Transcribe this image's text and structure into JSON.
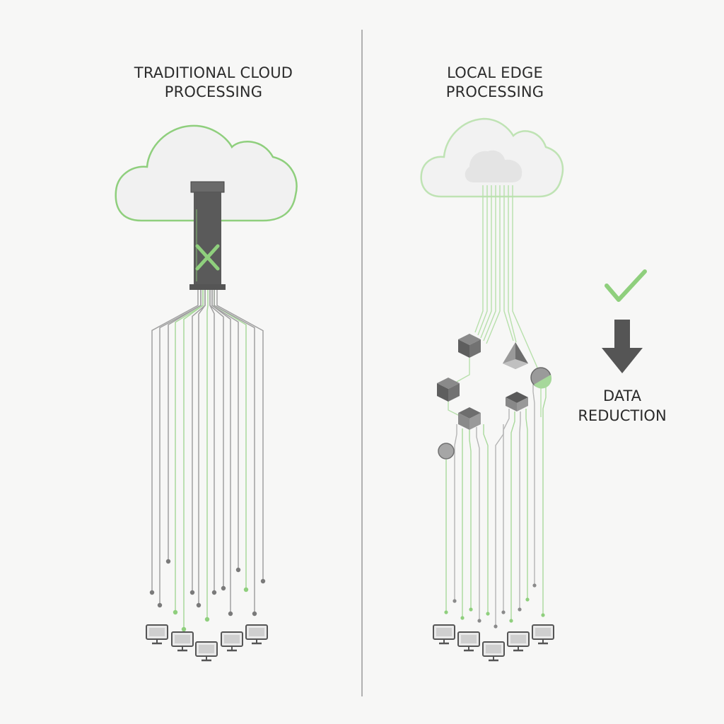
{
  "panels": {
    "left": {
      "title_line1": "TRADITIONAL CLOUD",
      "title_line2": "PROCESSING"
    },
    "right": {
      "title_line1": "LOCAL EDGE",
      "title_line2": "PROCESSING"
    }
  },
  "indicator": {
    "label_line1": "DATA",
    "label_line2": "REDUCTION"
  },
  "icons": {
    "bottleneck": "x-mark-icon",
    "success": "check-mark-icon",
    "direction": "down-arrow-icon",
    "devices": "computer-monitor-icon"
  },
  "colors": {
    "accent_green": "#8fcf7d",
    "dark_gray": "#5a5a5a",
    "line_gray": "#a0a0a0",
    "cloud_fill": "#f1f1f1"
  }
}
